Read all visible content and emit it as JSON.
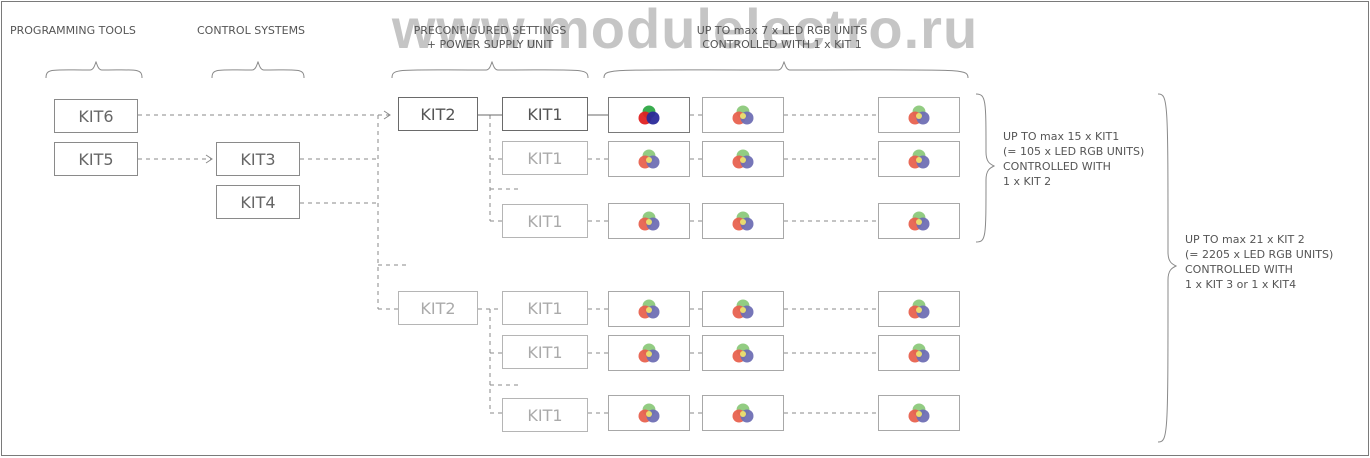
{
  "watermark": "www.modulelectro.ru",
  "headers": {
    "programming_tools": "PROGRAMMING TOOLS",
    "control_systems": "CONTROL SYSTEMS",
    "preconfigured_line1": "PRECONFIGURED SETTINGS",
    "preconfigured_line2": "+ POWER SUPPLY UNIT",
    "upto7_line1": "UP TO max 7 x LED RGB UNITS",
    "upto7_line2": "CONTROLLED WITH 1 x KIT 1"
  },
  "kits": {
    "kit6": "KIT6",
    "kit5": "KIT5",
    "kit3": "KIT3",
    "kit4": "KIT4",
    "kit2": "KIT2",
    "kit1": "KIT1"
  },
  "side_notes": {
    "upto15": [
      "UP TO  max 15 x  KIT1",
      "(= 105 x LED RGB UNITS)",
      "CONTROLLED WITH",
      "1 x KIT 2"
    ],
    "upto21": [
      "UP TO max 21 x KIT 2",
      "(= 2205 x LED RGB  UNITS)",
      "CONTROLLED WITH",
      "1 x KIT 3 or 1 x KIT4"
    ]
  },
  "colors": {
    "led_red": "#e8624f",
    "led_green": "#8cc97b",
    "led_blue": "#6f6fb4",
    "led_strong_red": "#e02222",
    "led_strong_green": "#2ea845",
    "led_strong_blue": "#2a2a9a",
    "line": "#8a8a8a"
  }
}
